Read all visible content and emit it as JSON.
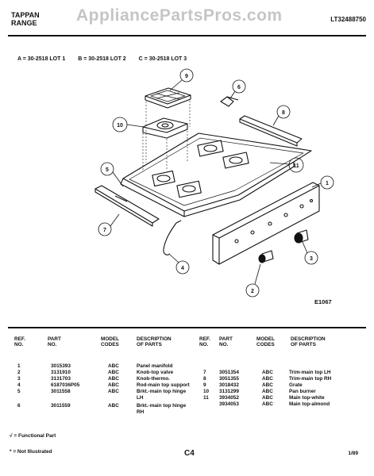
{
  "header": {
    "brand_line1": "TAPPAN",
    "brand_line2": "RANGE",
    "watermark": "AppliancePartsPros.com",
    "doc_id": "LT32488750"
  },
  "lots": [
    "A = 30-2518 LOT 1",
    "B = 30-2518 LOT 2",
    "C = 30-2518 LOT 3"
  ],
  "callouts": [
    "1",
    "2",
    "3",
    "4",
    "5",
    "6",
    "7",
    "8",
    "9",
    "10",
    "11"
  ],
  "figure_code": "E1067",
  "table_headers": {
    "ref": [
      "REF.",
      "NO."
    ],
    "part": [
      "PART",
      "NO."
    ],
    "model": [
      "MODEL",
      "CODES"
    ],
    "desc": [
      "DESCRIPTION",
      "OF PARTS"
    ]
  },
  "parts_left": [
    {
      "ref": "1",
      "part": "3015393",
      "codes": "ABC",
      "desc": "Panel manifold"
    },
    {
      "ref": "2",
      "part": "3131910",
      "codes": "ABC",
      "desc": "Knob-top valve"
    },
    {
      "ref": "3",
      "part": "3131703",
      "codes": "ABC",
      "desc": "Knob-thermo."
    },
    {
      "ref": "4",
      "part": "6187036P05",
      "codes": "ABC",
      "desc": "Rod-main top support"
    },
    {
      "ref": "5",
      "part": "3011558",
      "codes": "ABC",
      "desc": "Brkt.-main top hinge"
    },
    {
      "ref": "",
      "part": "",
      "codes": "",
      "desc": "LH"
    },
    {
      "ref": "6",
      "part": "3011559",
      "codes": "ABC",
      "desc": "Brkt.-main top hinge"
    },
    {
      "ref": "",
      "part": "",
      "codes": "",
      "desc": "RH"
    }
  ],
  "parts_right": [
    {
      "ref": "7",
      "part": "3051354",
      "codes": "ABC",
      "desc": "Trim-main top LH"
    },
    {
      "ref": "8",
      "part": "3051355",
      "codes": "ABC",
      "desc": "Trim-main top RH"
    },
    {
      "ref": "9",
      "part": "3018432",
      "codes": "ABC",
      "desc": "Grate"
    },
    {
      "ref": "10",
      "part": "3131299",
      "codes": "ABC",
      "desc": "Pan burner"
    },
    {
      "ref": "11",
      "part": "3934052",
      "codes": "ABC",
      "desc": "Main top-white"
    },
    {
      "ref": "",
      "part": "3934053",
      "codes": "ABC",
      "desc": "Main top-almond"
    }
  ],
  "footnotes": [
    "√ = Functional Part",
    "* = Not Illustrated"
  ],
  "page_label": "C4",
  "date": "1/89"
}
